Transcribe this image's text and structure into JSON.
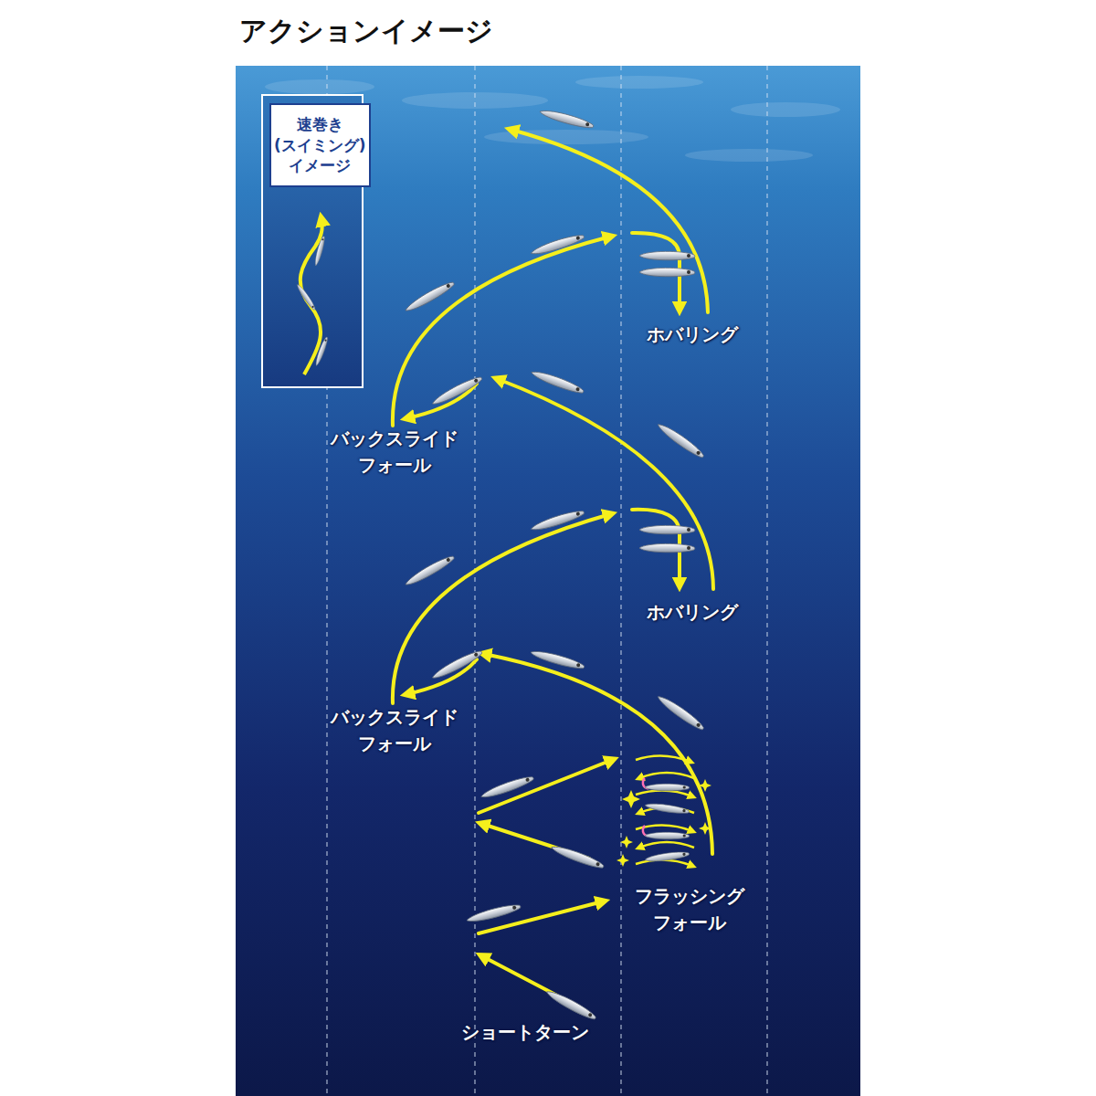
{
  "diagram": {
    "title": "アクションイメージ",
    "nodes": [
      {
        "text": [
          "速巻き (スイミング) イメージ"
        ]
      }
    ],
    "edges": [],
    "labels": [
      "ホバリング",
      "バックスライド フォール",
      "ホバリング",
      "バックスライド フォール",
      "フラッシング フォール",
      "ショートターン"
    ]
  }
}
